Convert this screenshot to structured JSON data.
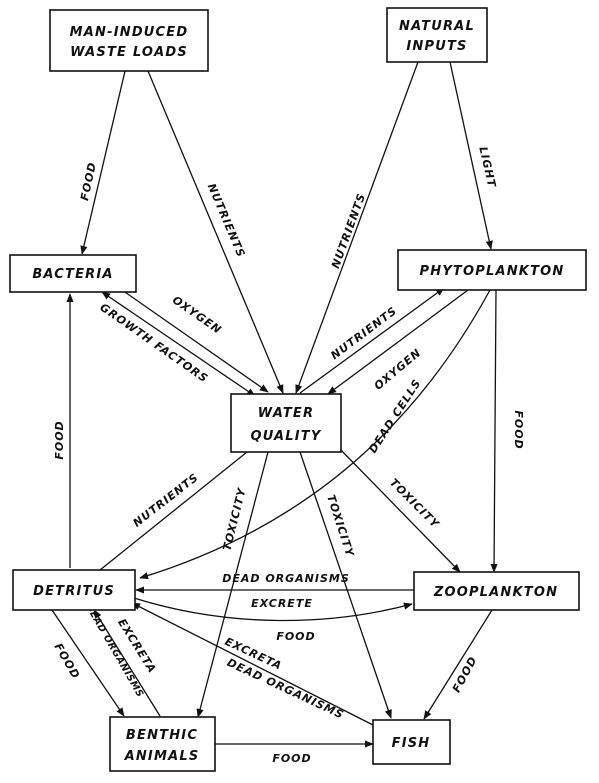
{
  "nodes": {
    "man_induced": [
      "MAN-INDUCED",
      "WASTE LOADS"
    ],
    "natural": [
      "NATURAL",
      "INPUTS"
    ],
    "bacteria": "BACTERIA",
    "phytoplankton": "PHYTOPLANKTON",
    "water_quality": [
      "WATER",
      "QUALITY"
    ],
    "detritus": "DETRITUS",
    "zooplankton": "ZOOPLANKTON",
    "benthic": [
      "BENTHIC",
      "ANIMALS"
    ],
    "fish": "FISH"
  },
  "edges": {
    "food": "FOOD",
    "nutrients": "NUTRIENTS",
    "light": "LIGHT",
    "oxygen": "OXYGEN",
    "growth_factors": "GROWTH FACTORS",
    "dead_cells": "DEAD CELLS",
    "toxicity": "TOXICITY",
    "dead_organisms": "DEAD ORGANISMS",
    "excrete": "EXCRETE",
    "excreta": "EXCRETA"
  }
}
